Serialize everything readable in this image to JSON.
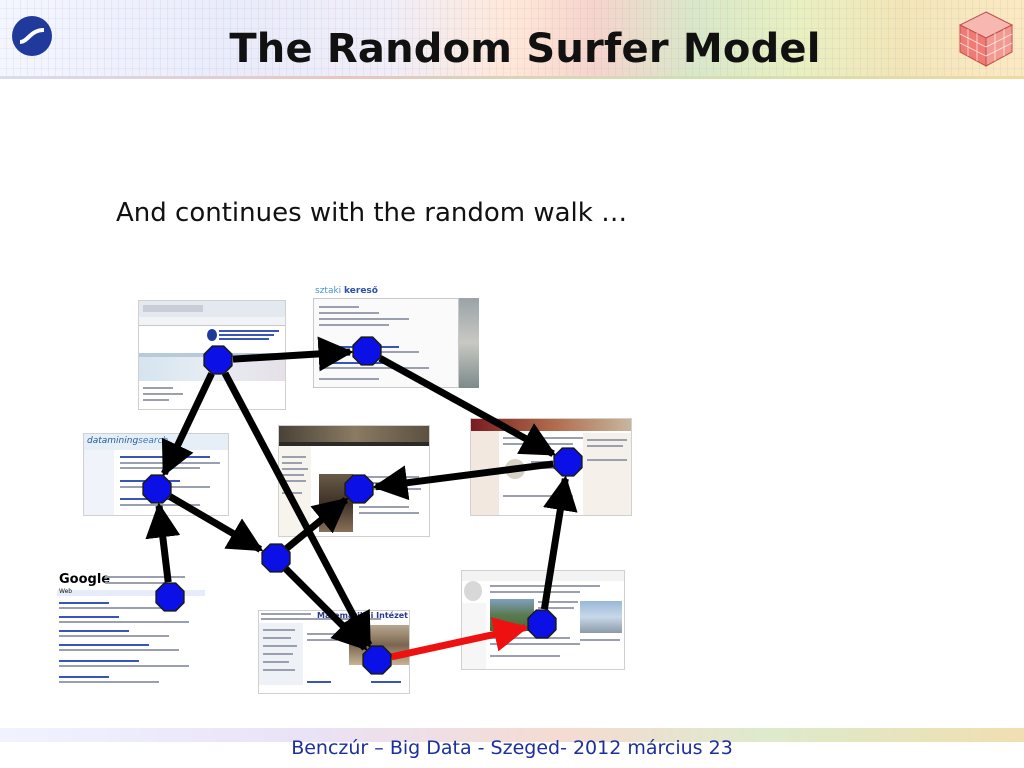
{
  "slide": {
    "title": "The Random Surfer Model",
    "subtitle": "And continues with the random walk …",
    "footer": "Benczúr – Big Data - Szeged- 2012 március 23"
  },
  "screenshots": {
    "sztaki_search_brand": "sztaki",
    "sztaki_search_word": "kereső",
    "datamining_brand": "datamining",
    "datamining_search": "search",
    "google_logo": "Google",
    "google_web_label": "Web",
    "matematikai_title": "Matematikai Intézet"
  },
  "colors": {
    "node_fill": "#0a10e6",
    "node_stroke": "#1a1a1a",
    "edge_black": "#000000",
    "edge_red": "#ee1111",
    "footer_text": "#1c2f9c"
  },
  "graph": {
    "nodes": [
      "n1",
      "n2",
      "n3",
      "n4",
      "n5",
      "n6",
      "n7",
      "n8",
      "n9",
      "n10"
    ],
    "edges": [
      {
        "from": "n1",
        "to": "n2",
        "color": "black"
      },
      {
        "from": "n2",
        "to": "n4",
        "color": "black"
      },
      {
        "from": "n1",
        "to": "n3",
        "color": "black"
      },
      {
        "from": "n1",
        "to": "n6",
        "color": "black"
      },
      {
        "from": "n4",
        "to": "n5",
        "color": "black"
      },
      {
        "from": "n3",
        "to": "n7",
        "color": "black"
      },
      {
        "from": "n9",
        "to": "n3",
        "color": "black"
      },
      {
        "from": "n7",
        "to": "n5",
        "color": "black"
      },
      {
        "from": "n7",
        "to": "n8",
        "color": "black"
      },
      {
        "from": "n10",
        "to": "n4",
        "color": "black"
      },
      {
        "from": "n8",
        "to": "n10",
        "color": "red"
      }
    ]
  }
}
